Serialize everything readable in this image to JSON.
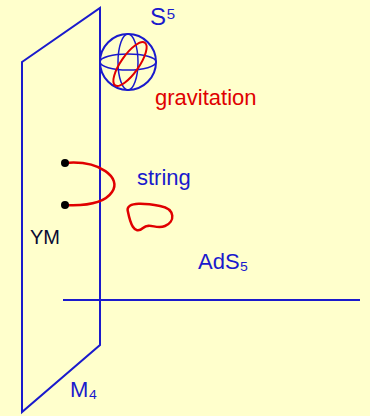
{
  "diagram": {
    "labels": [
      "S⁵",
      "gravitation",
      "string",
      "YM",
      "AdS₅",
      "M₄"
    ]
  }
}
